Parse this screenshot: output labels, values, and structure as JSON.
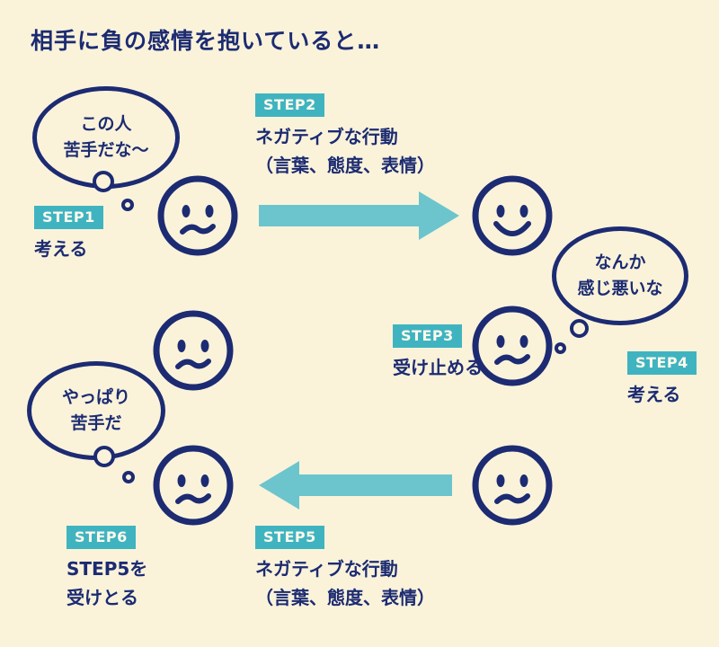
{
  "title": "相手に負の感情を抱いていると…",
  "colors": {
    "background": "#faf3da",
    "navy": "#1c2b72",
    "badge_teal": "#3fb4c0",
    "arrow_teal": "#6cc5cd",
    "badge_text": "#fdf9ec"
  },
  "steps": {
    "step1": {
      "badge": "STEP1",
      "lines": [
        "考える"
      ]
    },
    "step2": {
      "badge": "STEP2",
      "lines": [
        "ネガティブな行動",
        "（言葉、態度、表情）"
      ]
    },
    "step3": {
      "badge": "STEP3",
      "lines": [
        "受け止める"
      ]
    },
    "step4": {
      "badge": "STEP4",
      "lines": [
        "考える"
      ]
    },
    "step5": {
      "badge": "STEP5",
      "lines": [
        "ネガティブな行動",
        "（言葉、態度、表情）"
      ]
    },
    "step6": {
      "badge": "STEP6",
      "lines": [
        "STEP5を",
        "受けとる"
      ]
    }
  },
  "bubbles": {
    "this_person": {
      "lines": [
        "この人",
        "苦手だな〜"
      ]
    },
    "feels_unpleasant": {
      "lines": [
        "なんか",
        "感じ悪いな"
      ]
    },
    "still_difficult": {
      "lines": [
        "やっぱり",
        "苦手だ"
      ]
    }
  },
  "faces": {
    "a_step1": "uneasy",
    "b_initial": "smiling",
    "b_step3": "uneasy",
    "a_mid": "uneasy",
    "a_step6": "uneasy",
    "b_step5": "uneasy"
  }
}
